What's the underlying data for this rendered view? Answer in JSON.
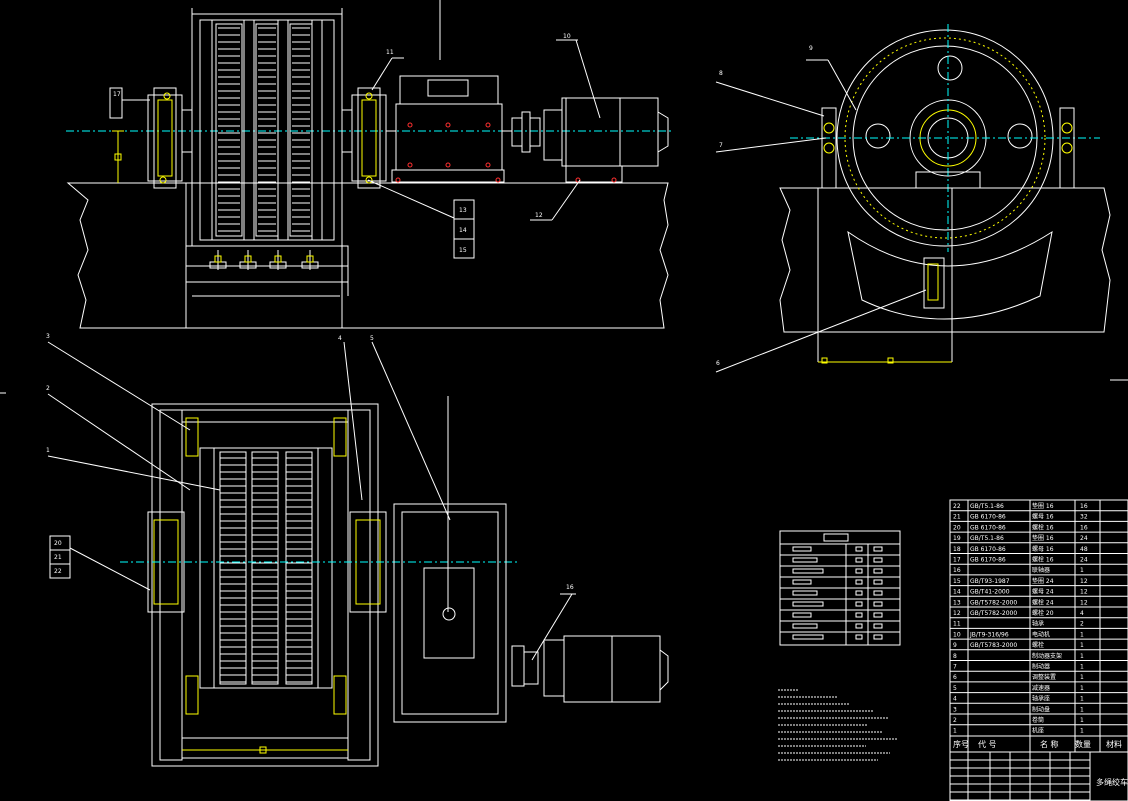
{
  "drawing": {
    "title_block": {
      "col_seq": "序号",
      "col_code": "代 号",
      "col_name": "名 称",
      "col_qty": "数量",
      "col_material": "材料",
      "title_text": "多绳绞车"
    },
    "balloons": {
      "b1": "1",
      "b2": "2",
      "b3": "3",
      "b4": "4",
      "b5": "5",
      "b6": "6",
      "b7": "7",
      "b8": "8",
      "b9": "9",
      "b10": "10",
      "b11": "11",
      "b12": "12",
      "b13": "13",
      "b14": "14",
      "b15": "15",
      "b16": "16",
      "b17": "17",
      "b20": "20",
      "b21": "21",
      "b22": "22"
    },
    "parts_list": [
      {
        "seq": "22",
        "code": "GB/T5.1-86",
        "name": "垫圈 16",
        "qty": "16"
      },
      {
        "seq": "21",
        "code": "GB 6170-86",
        "name": "螺母 16",
        "qty": "32"
      },
      {
        "seq": "20",
        "code": "GB 6170-86",
        "name": "螺栓 16",
        "qty": "16"
      },
      {
        "seq": "19",
        "code": "GB/T5.1-86",
        "name": "垫圈 16",
        "qty": "24"
      },
      {
        "seq": "18",
        "code": "GB 6170-86",
        "name": "螺母 16",
        "qty": "48"
      },
      {
        "seq": "17",
        "code": "GB 6170-86",
        "name": "螺栓 16",
        "qty": "24"
      },
      {
        "seq": "16",
        "code": "",
        "name": "联轴器",
        "qty": "1"
      },
      {
        "seq": "15",
        "code": "GB/T93-1987",
        "name": "垫圈 24",
        "qty": "12"
      },
      {
        "seq": "14",
        "code": "GB/T41-2000",
        "name": "螺母 24",
        "qty": "12"
      },
      {
        "seq": "13",
        "code": "GB/T5782-2000",
        "name": "螺栓 24",
        "qty": "12"
      },
      {
        "seq": "12",
        "code": "GB/T5782-2000",
        "name": "螺栓 20",
        "qty": "4"
      },
      {
        "seq": "11",
        "code": "",
        "name": "轴承",
        "qty": "2"
      },
      {
        "seq": "10",
        "code": "JB/T9-316/96",
        "name": "电动机",
        "qty": "1"
      },
      {
        "seq": "9",
        "code": "GB/T5783-2000",
        "name": "螺栓",
        "qty": "1"
      },
      {
        "seq": "8",
        "code": "",
        "name": "制动器支架",
        "qty": "1"
      },
      {
        "seq": "7",
        "code": "",
        "name": "制动器",
        "qty": "1"
      },
      {
        "seq": "6",
        "code": "",
        "name": "调整装置",
        "qty": "1"
      },
      {
        "seq": "5",
        "code": "",
        "name": "减速器",
        "qty": "1"
      },
      {
        "seq": "4",
        "code": "",
        "name": "轴承座",
        "qty": "1"
      },
      {
        "seq": "3",
        "code": "",
        "name": "制动盘",
        "qty": "1"
      },
      {
        "seq": "2",
        "code": "",
        "name": "卷筒",
        "qty": "1"
      },
      {
        "seq": "1",
        "code": "",
        "name": "机座",
        "qty": "1"
      }
    ],
    "colors": {
      "background": "#000000",
      "outline": "#ffffff",
      "dimension": "#ffff00",
      "centerline": "#00ffff",
      "bolt": "#ff3030"
    }
  }
}
